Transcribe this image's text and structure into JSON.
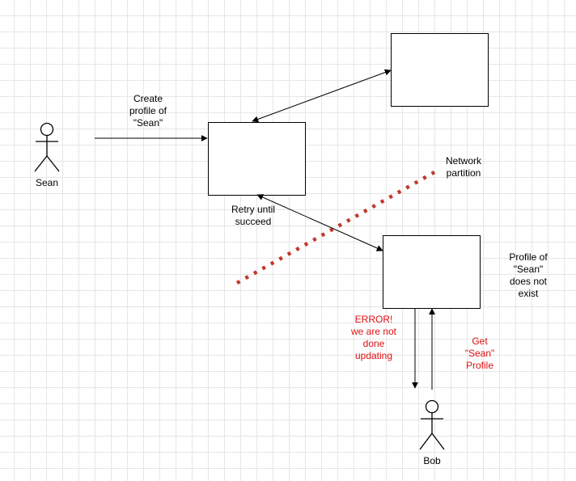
{
  "actors": {
    "sean": {
      "name": "Sean"
    },
    "bob": {
      "name": "Bob"
    }
  },
  "labels": {
    "create_profile": "Create\nprofile of\n\"Sean\"",
    "network_partition": "Network\npartition",
    "retry": "Retry until\nsucceed",
    "profile_not_exist": "Profile of\n\"Sean\"\ndoes not\nexist",
    "error": "ERROR!\nwe are not\ndone\nupdating",
    "get_profile": "Get\n\"Sean\"\nProfile"
  },
  "colors": {
    "stroke": "#000000",
    "error_text": "#e01010",
    "partition_line": "#c0392b",
    "grid": "#e6e6e6"
  }
}
